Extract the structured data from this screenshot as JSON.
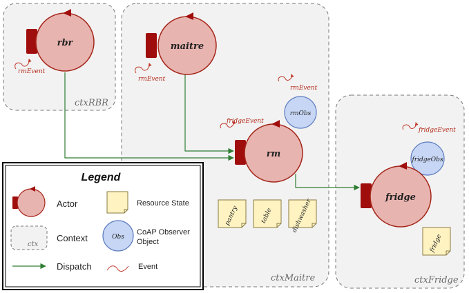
{
  "contexts": {
    "rbr": "ctxRBR",
    "maitre": "ctxMaitre",
    "fridge": "ctxFridge"
  },
  "actors": {
    "rbr": "rbr",
    "maitre": "maitre",
    "rm": "rm",
    "fridge": "fridge"
  },
  "observers": {
    "rm": "rmObs",
    "fridge": "fridgeObs"
  },
  "events": {
    "rbr": "rmEvent",
    "maitre": "rmEvent",
    "rmobs": "rmEvent",
    "rm": "fridgeEvent",
    "fridgeobs": "fridgeEvent"
  },
  "resources": {
    "pantry": "pantry",
    "table": "table",
    "dishwasher": "dishwasher",
    "fridge": "fridge"
  },
  "legend": {
    "title": "Legend",
    "actor": "Actor",
    "resource": "Resource State",
    "context": "Context",
    "ctx_sample": "ctx",
    "observer_line1": "CoAP Observer",
    "observer_line2": "Object",
    "observer_sample": "Obs",
    "dispatch": "Dispatch",
    "event": "Event"
  },
  "colors": {
    "actor_fill": "#e8b4b0",
    "actor_stroke": "#a4261a",
    "actor_port": "#a00d0d",
    "observer_fill": "#c6d6f4",
    "observer_stroke": "#5c7bbf",
    "resource_fill": "#fff3c2",
    "context_fill": "#f2f2f2",
    "dispatch": "#2e7d32",
    "event": "#c0392b"
  }
}
